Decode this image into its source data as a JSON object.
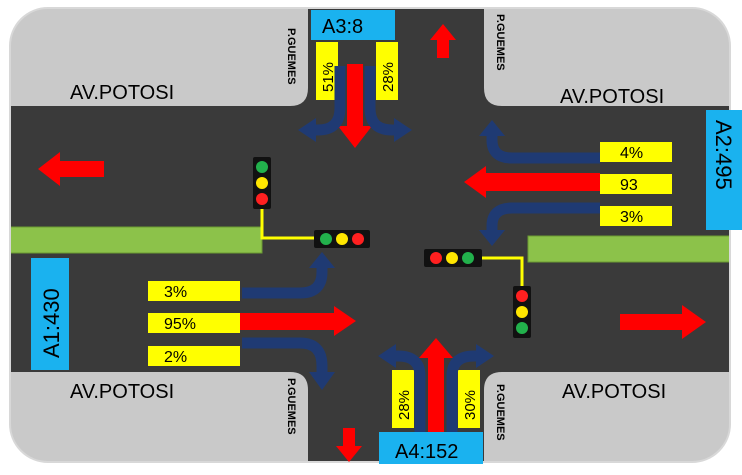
{
  "streets": {
    "horizontal": "AV.POTOSI",
    "vertical": "P.GUEMES"
  },
  "approaches": {
    "a1": "A1:430",
    "a2": "A2:495",
    "a3": "A3:8",
    "a4": "A4:152"
  },
  "percentages": {
    "a1": {
      "left": "3%",
      "straight": "95%",
      "right": "2%"
    },
    "a2": {
      "right": "4%",
      "straight": "93",
      "left": "3%"
    },
    "a3": {
      "right": "51%",
      "left": "28%"
    },
    "a4": {
      "left": "28%",
      "right": "30%"
    }
  },
  "colors": {
    "road": "#3a3a3a",
    "block": "#c9c9c9",
    "median": "#8cc24a",
    "label_bg": "#ffff00",
    "approach_bg": "#1ab2ef",
    "arrow_red": "#ff0000",
    "arrow_blue": "#1f3a73",
    "signal_red": "#ff2020",
    "signal_yellow": "#ffe600",
    "signal_green": "#22b14c"
  },
  "icons": [
    "traffic-light-icon",
    "arrow-icon"
  ]
}
